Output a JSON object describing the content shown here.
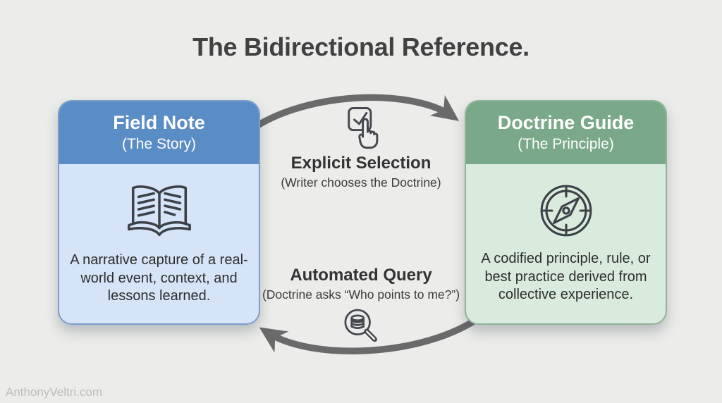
{
  "title": "The Bidirectional Reference.",
  "watermark": "AnthonyVeltri.com",
  "cards": {
    "left": {
      "title": "Field Note",
      "subtitle": "(The Story)",
      "description": "A narrative capture of a real-world event, context, and lessons learned.",
      "icon": "open-book-icon",
      "header_color": "#5a8cc6",
      "body_color": "#d5e4f6",
      "border_color": "#7b9ecb"
    },
    "right": {
      "title": "Doctrine Guide",
      "subtitle": "(The Principle)",
      "description": "A codified principle, rule, or best practice derived from collective experience.",
      "icon": "compass-icon",
      "header_color": "#79a989",
      "body_color": "#d9ebdd",
      "border_color": "#8fb29a"
    }
  },
  "flows": {
    "top": {
      "label": "Explicit Selection",
      "sublabel": "(Writer chooses the Doctrine)",
      "icon": "checkbox-hand-icon",
      "direction": "left-to-right"
    },
    "bottom": {
      "label": "Automated Query",
      "sublabel": "(Doctrine asks “Who points to me?”)",
      "icon": "database-search-icon",
      "direction": "right-to-left"
    }
  },
  "colors": {
    "background": "#ecedea",
    "arrow": "#6a6a6a",
    "title_text": "#414141"
  }
}
